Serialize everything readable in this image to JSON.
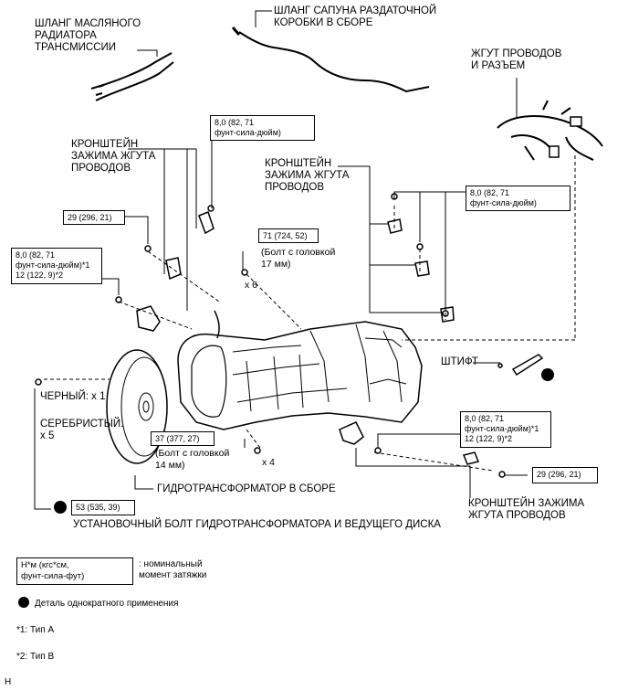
{
  "labels": {
    "oil_cooler_hose": "ШЛАНГ МАСЛЯНОГО\nРАДИАТОРА\nТРАНСМИССИИ",
    "breather_hose": "ШЛАНГ САПУНА РАЗДАТОЧНОЙ\nКОРОБКИ В СБОРЕ",
    "wire_harness": "ЖГУТ ПРОВОДОВ\nИ РАЗЪЕМ",
    "clamp_bracket_left": "КРОНШТЕЙН\nЗАЖИМА ЖГУТА\nПРОВОДОВ",
    "clamp_bracket_center": "КРОНШТЕЙН\nЗАЖИМА ЖГУТА\nПРОВОДОВ",
    "clamp_bracket_bottom": "КРОНШТЕЙН ЗАЖИМА\nЖГУТА ПРОВОДОВ",
    "pin": "ШТИФТ",
    "black": "ЧЕРНЫЙ: x 1",
    "silver": "СЕРЕБРИСТЫЙ:\nx 5",
    "converter": "ГИДРОТРАНСФОРМАТОР В СБОРЕ",
    "set_bolt": "УСТАНОВОЧНЫЙ БОЛТ ГИДРОТРАНСФОРМАТОРА И ВЕДУЩЕГО ДИСКА",
    "bolt17": "(Болт с головкой\n17 мм)",
    "x6": "x 6",
    "bolt14": "(Болт с головкой\n14 мм)",
    "x4": "x 4",
    "corner": "H"
  },
  "torques": {
    "t_top": "8,0 (82, 71\nфунт-сила-дюйм)",
    "t_right": "8,0 (82, 71\nфунт-сила-дюйм)",
    "t_29_left": "29 (296, 21)",
    "t_left_double": "8,0 (82, 71\nфунт-сила-дюйм)*1\n12 (122, 9)*2",
    "t_71": "71 (724, 52)",
    "t_right_double": "8,0 (82, 71\nфунт-сила-дюйм)*1\n12 (122, 9)*2",
    "t_37": "37 (377, 27)",
    "t_29_right": "29 (296, 21)",
    "t_53": "53 (535, 39)"
  },
  "legend": {
    "unit_box": "Н*м (кгс*см,\nфунт-сила-фут)",
    "unit_desc": ": номинальный\nмомент затяжки",
    "single_use": "Деталь однократного применения",
    "note1": "*1: Тип A",
    "note2": "*2: Тип B"
  }
}
